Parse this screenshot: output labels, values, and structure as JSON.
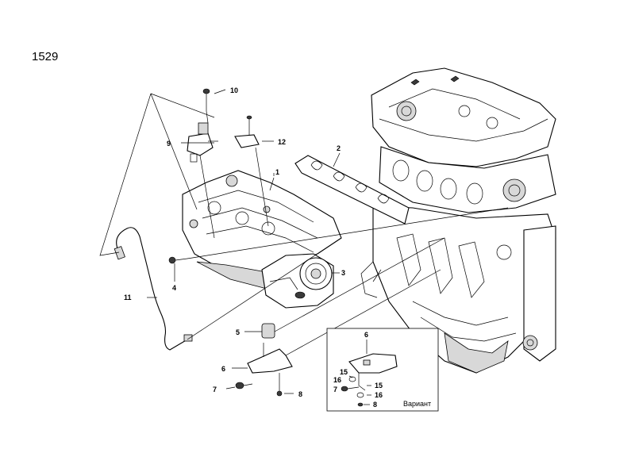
{
  "diagram": {
    "page_number": "1529",
    "variant_label": "Вариант",
    "callouts": [
      {
        "id": "c1",
        "text": "1"
      },
      {
        "id": "c2",
        "text": "2"
      },
      {
        "id": "c3",
        "text": "3"
      },
      {
        "id": "c4",
        "text": "4"
      },
      {
        "id": "c5",
        "text": "5"
      },
      {
        "id": "c6",
        "text": "6"
      },
      {
        "id": "c7",
        "text": "7"
      },
      {
        "id": "c8",
        "text": "8"
      },
      {
        "id": "c9",
        "text": "9"
      },
      {
        "id": "c10",
        "text": "10"
      },
      {
        "id": "c11",
        "text": "11"
      },
      {
        "id": "c12",
        "text": "12"
      }
    ],
    "variant_callouts": [
      {
        "id": "v6",
        "text": "6"
      },
      {
        "id": "v15a",
        "text": "15"
      },
      {
        "id": "v16a",
        "text": "16"
      },
      {
        "id": "v7",
        "text": "7"
      },
      {
        "id": "v15b",
        "text": "15"
      },
      {
        "id": "v16b",
        "text": "16"
      },
      {
        "id": "v8",
        "text": "8"
      }
    ]
  }
}
